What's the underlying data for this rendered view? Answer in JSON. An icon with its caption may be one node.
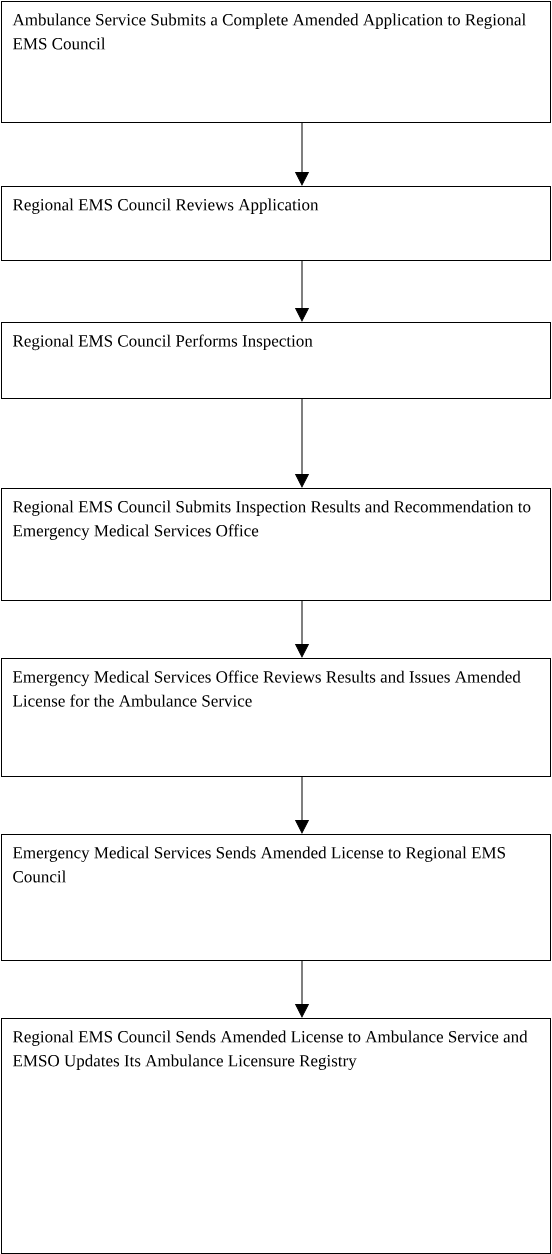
{
  "diagram": {
    "nodes": [
      {
        "text": [
          "Ambulance Service Submits a Complete Amended Application to Regional EMS Council"
        ]
      },
      {
        "text": [
          "Regional EMS Council Reviews Application"
        ]
      },
      {
        "text": [
          "Regional EMS Council Performs Inspection"
        ]
      },
      {
        "text": [
          "Regional EMS Council Submits Inspection Results and Recommendation to Emergency Medical Services Office"
        ]
      },
      {
        "text": [
          "Emergency Medical Services Office Reviews Results and Issues Amended License for the Ambulance Service"
        ]
      },
      {
        "text": [
          "Emergency Medical Services Sends Amended License to Regional EMS Council"
        ]
      },
      {
        "text": [
          "Regional EMS Council Sends Amended License to Ambulance Service and EMSO Updates Its Ambulance Licensure Registry"
        ]
      }
    ],
    "edges": [
      {
        "from": 0,
        "to": 1,
        "arrow": "to"
      },
      {
        "from": 1,
        "to": 2,
        "arrow": "to"
      },
      {
        "from": 2,
        "to": 3,
        "arrow": "to"
      },
      {
        "from": 3,
        "to": 4,
        "arrow": "to"
      },
      {
        "from": 4,
        "to": 5,
        "arrow": "to"
      },
      {
        "from": 5,
        "to": 6,
        "arrow": "to"
      }
    ]
  }
}
